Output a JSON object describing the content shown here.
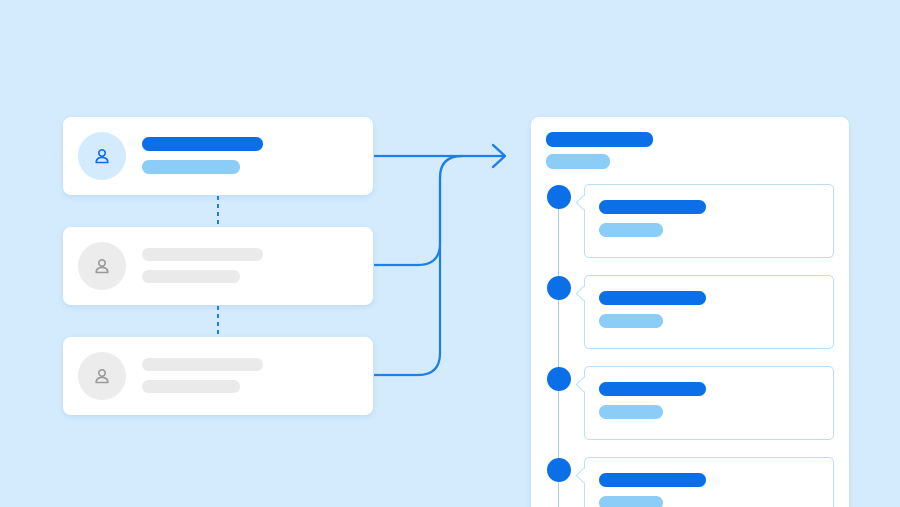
{
  "colors": {
    "background": "#d3ebfd",
    "card": "#ffffff",
    "primary": "#0b6fe8",
    "primary_light": "#8ccdf8",
    "avatar_active_bg": "#d3ebfd",
    "avatar_inactive_bg": "#ececec",
    "avatar_inactive_icon": "#9a9a9a",
    "placeholder_gray": "#eaeaea",
    "connector": "#1f7fe6",
    "timeline_border": "#bcdff8",
    "timeline_line": "#9fcff5"
  },
  "icons": {
    "avatar_active": "user-icon",
    "avatar_inactive": "user-icon",
    "arrow": "arrow-right-icon"
  },
  "source_cards": [
    {
      "state": "active"
    },
    {
      "state": "inactive"
    },
    {
      "state": "inactive"
    }
  ],
  "timeline_entries": [
    {
      "state": "filled"
    },
    {
      "state": "filled"
    },
    {
      "state": "filled"
    },
    {
      "state": "filled"
    }
  ]
}
